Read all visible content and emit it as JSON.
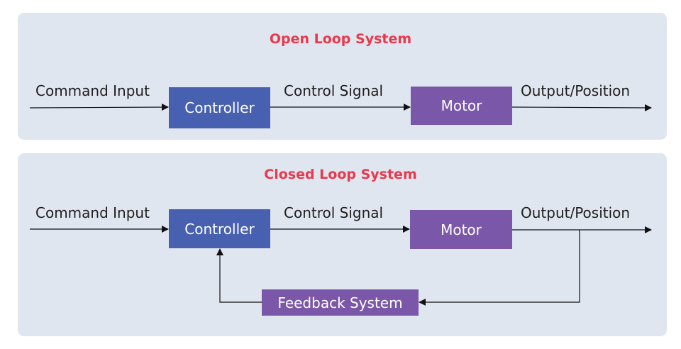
{
  "colors": {
    "panel_bg": "#e0e6ef",
    "title": "#e8394d",
    "controller": "#4760b0",
    "motor_feedback": "#7a57a8",
    "line": "#111111"
  },
  "open_loop": {
    "title": "Open Loop System",
    "input_label": "Command Input",
    "controller": "Controller",
    "signal_label": "Control Signal",
    "motor": "Motor",
    "output_label": "Output/Position"
  },
  "closed_loop": {
    "title": "Closed Loop System",
    "input_label": "Command Input",
    "controller": "Controller",
    "signal_label": "Control Signal",
    "motor": "Motor",
    "output_label": "Output/Position",
    "feedback": "Feedback System"
  }
}
